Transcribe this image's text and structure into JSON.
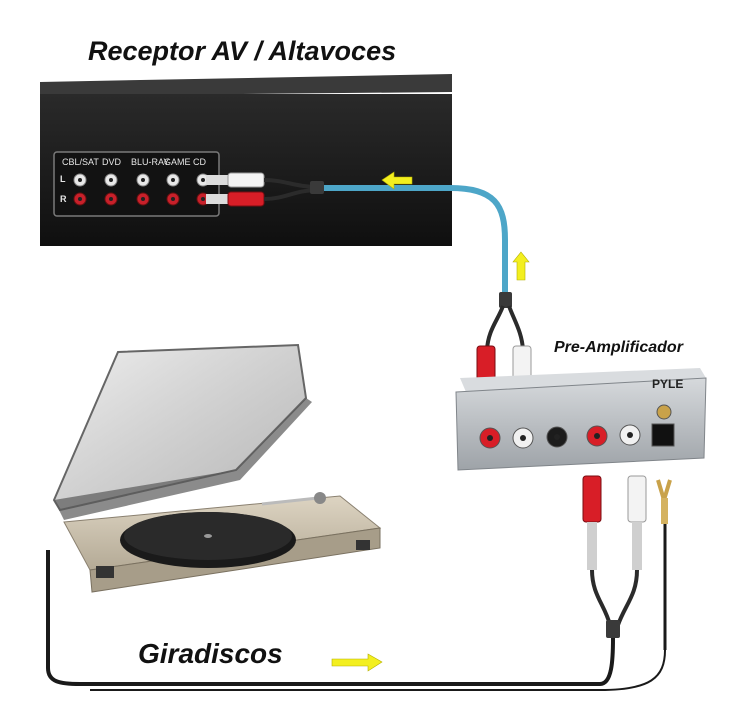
{
  "titles": {
    "receiver": "Receptor AV / Altavoces",
    "preamp": "Pre-Amplificador",
    "turntable": "Giradiscos"
  },
  "receiver_panel": {
    "inputs": [
      "CBL/SAT",
      "DVD",
      "BLU-RAY",
      "GAME",
      "CD"
    ],
    "channel_left": "L",
    "channel_right": "R"
  },
  "preamp_brand": "PYLE",
  "colors": {
    "receiver_body": "#1b1b1b",
    "cable_blue": "#4da6c8",
    "rca_red": "#d81e27",
    "rca_white": "#f2f2f2",
    "arrow_yellow": "#f3ef1f",
    "preamp_body": "#bfc3c7",
    "turntable_body": "#c8bfae"
  },
  "icons": [
    "arrow-left-icon",
    "arrow-up-icon",
    "arrow-right-icon"
  ]
}
